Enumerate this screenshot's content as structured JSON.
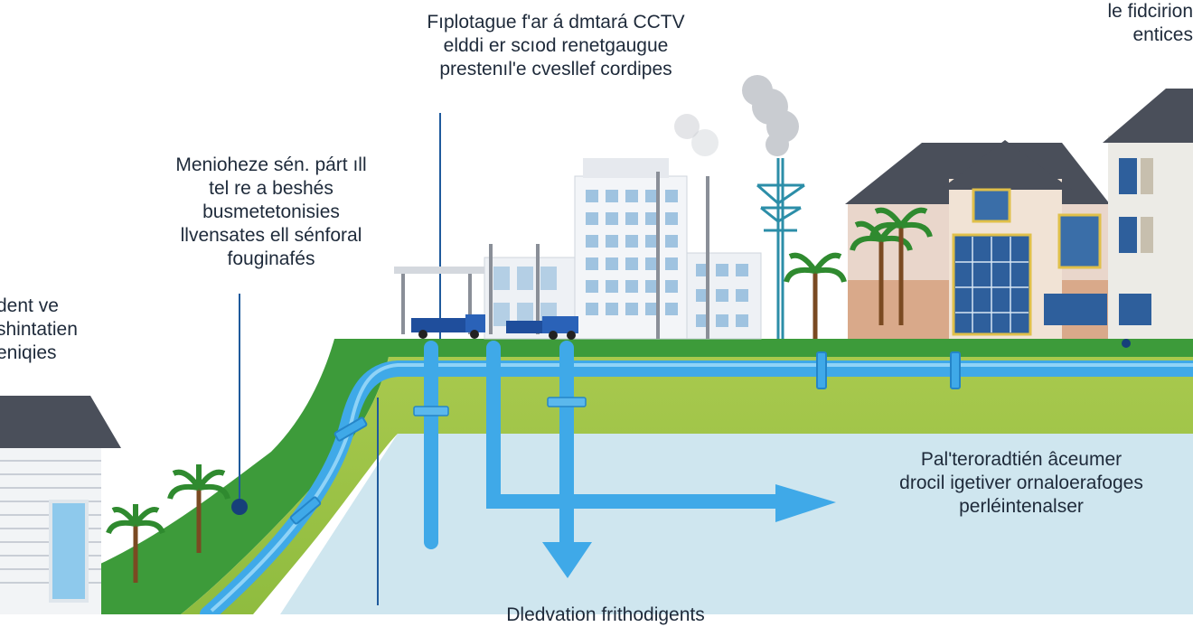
{
  "labels": {
    "cctv_inspection": "Fıplotague f'ar á dmtará CCTV\nelddi er scıod renetgaugue\nprestenıl'e cvesllef cordipes",
    "top_right": "le fidcirion\nentices",
    "middle_left": "Menioheze sén. párt ıll\ntel re a beshés\nbusmetetonisies\nllvensates ell sénforal\nfouginafés",
    "far_left": "dent ve\nshintatien\neniqies",
    "underground_right": "Pal'teroradtién âceumer\ndrocil igetiver ornalo­erafoges\nperléintenalser",
    "bottom_center": "Dledvation frithodigents"
  },
  "colors": {
    "pipe": "#3fa9e8",
    "pipe_dark": "#2585c8",
    "grass": "#3d9b3a",
    "grass_light": "#7bbf3f",
    "water": "#cfe6ef",
    "leader_line": "#1f5a9c",
    "roof": "#4a4f5a"
  },
  "icons": [
    "house-icon",
    "building-icon",
    "villa-icon",
    "palm-tree-icon",
    "tower-icon",
    "truck-icon",
    "smoke-icon",
    "flow-arrow-icon"
  ]
}
